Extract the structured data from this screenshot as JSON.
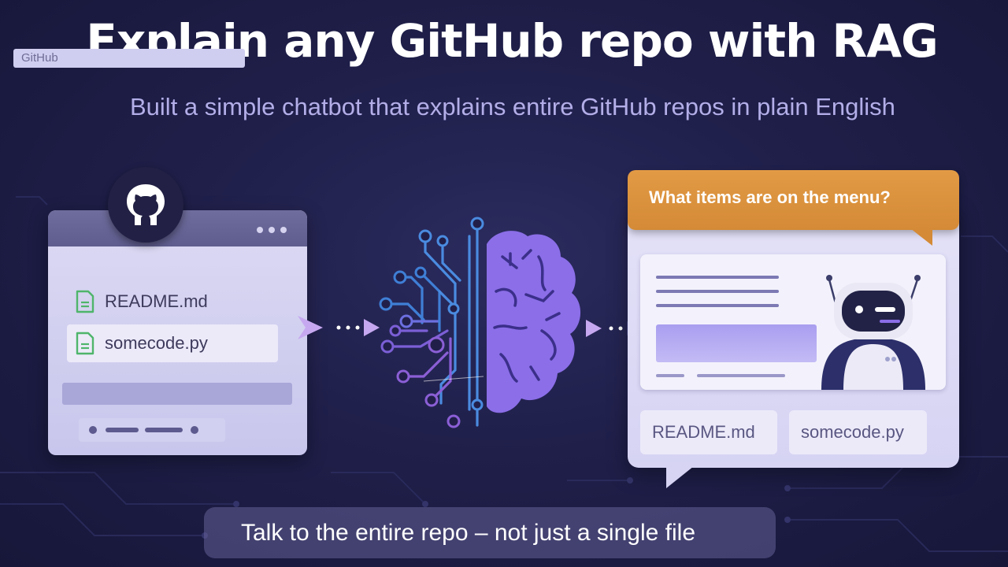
{
  "title": "Explain any GitHub repo with RAG",
  "subtitle": "Built a simple chatbot that explains entire GitHub repos in plain English",
  "github_window": {
    "label": "GitHub",
    "files": [
      "README.md",
      "somecode.py"
    ]
  },
  "chat": {
    "question": "What items are on the menu?",
    "sources": [
      "README.md",
      "somecode.py"
    ]
  },
  "caption": "Talk to the entire repo – not just a single file",
  "colors": {
    "background": "#1f1f4a",
    "accent_orange": "#d48a36",
    "accent_purple": "#8b6ee8",
    "accent_blue": "#3f7fd6",
    "file_icon_green": "#4fb56b"
  }
}
